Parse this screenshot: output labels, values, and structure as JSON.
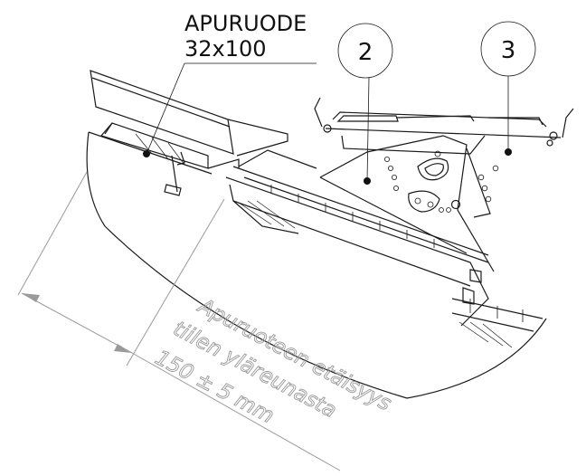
{
  "callout": {
    "line1": "APURUODE",
    "line2": "32x100"
  },
  "balloons": {
    "b2": "2",
    "b3": "3"
  },
  "dimension": {
    "line1": "Apuruoteen etäisyys",
    "line2": "tiilen yläreunasta",
    "line3": "150 ± 5 mm"
  }
}
